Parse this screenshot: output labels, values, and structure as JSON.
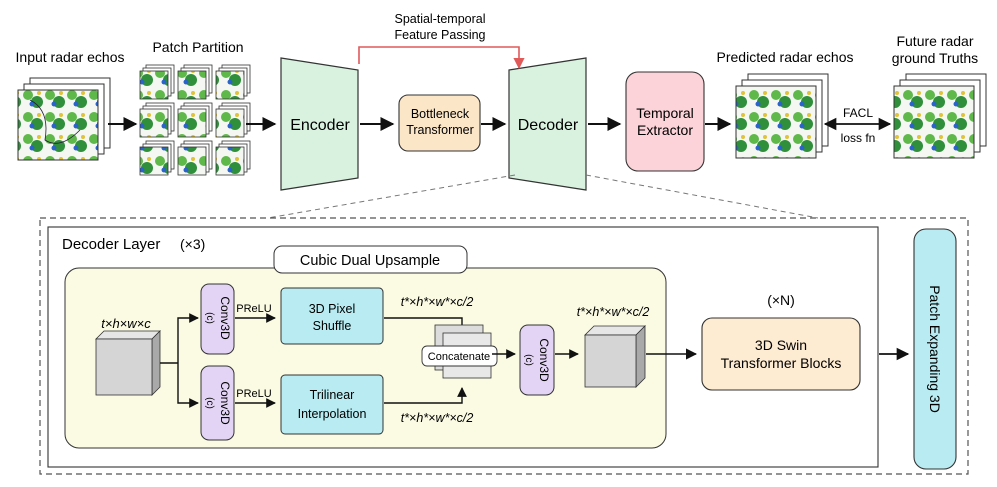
{
  "top": {
    "input_label": "Input radar echos",
    "patch_label": "Patch Partition",
    "encoder": "Encoder",
    "bottleneck": [
      "Bottleneck",
      "Transformer"
    ],
    "decoder": "Decoder",
    "skip_label": [
      "Spatial-temporal",
      "Feature Passing"
    ],
    "temporal": [
      "Temporal",
      "Extractor"
    ],
    "predicted_label": "Predicted radar echos",
    "future_label": [
      "Future radar",
      "ground Truths"
    ],
    "facl": "FACL",
    "loss": "loss fn"
  },
  "decoder_layer": {
    "title": "Decoder Layer",
    "repeat": "(×3)",
    "cubic_title": "Cubic Dual Upsample",
    "input_dims": "t×h×w×c",
    "conv3d": "Conv3D",
    "conv3d_sub": "(c)",
    "prelu": "PReLU",
    "pixel_shuffle": [
      "3D Pixel",
      "Shuffle"
    ],
    "trilinear": [
      "Trilinear",
      "Interpolation"
    ],
    "upsampled_dims": "t*×h*×w*×c/2",
    "concatenate": "Concatenate",
    "output_dims": "t*×h*×w*×c/2",
    "repeat_n": "(×N)",
    "swin": [
      "3D Swin",
      "Transformer Blocks"
    ],
    "patch_expanding": "Patch Expanding 3D"
  },
  "colors": {
    "encoder_fill": "#d9f2e0",
    "bottleneck_fill": "#fce6c8",
    "temporal_fill": "#fbd3d8",
    "conv_fill": "#e3d4f5",
    "cyan_fill": "#b8ecf2",
    "panel_fill": "#fbfbe4",
    "swin_fill": "#fdebd2",
    "skip_arrow": "#e05a5a"
  }
}
